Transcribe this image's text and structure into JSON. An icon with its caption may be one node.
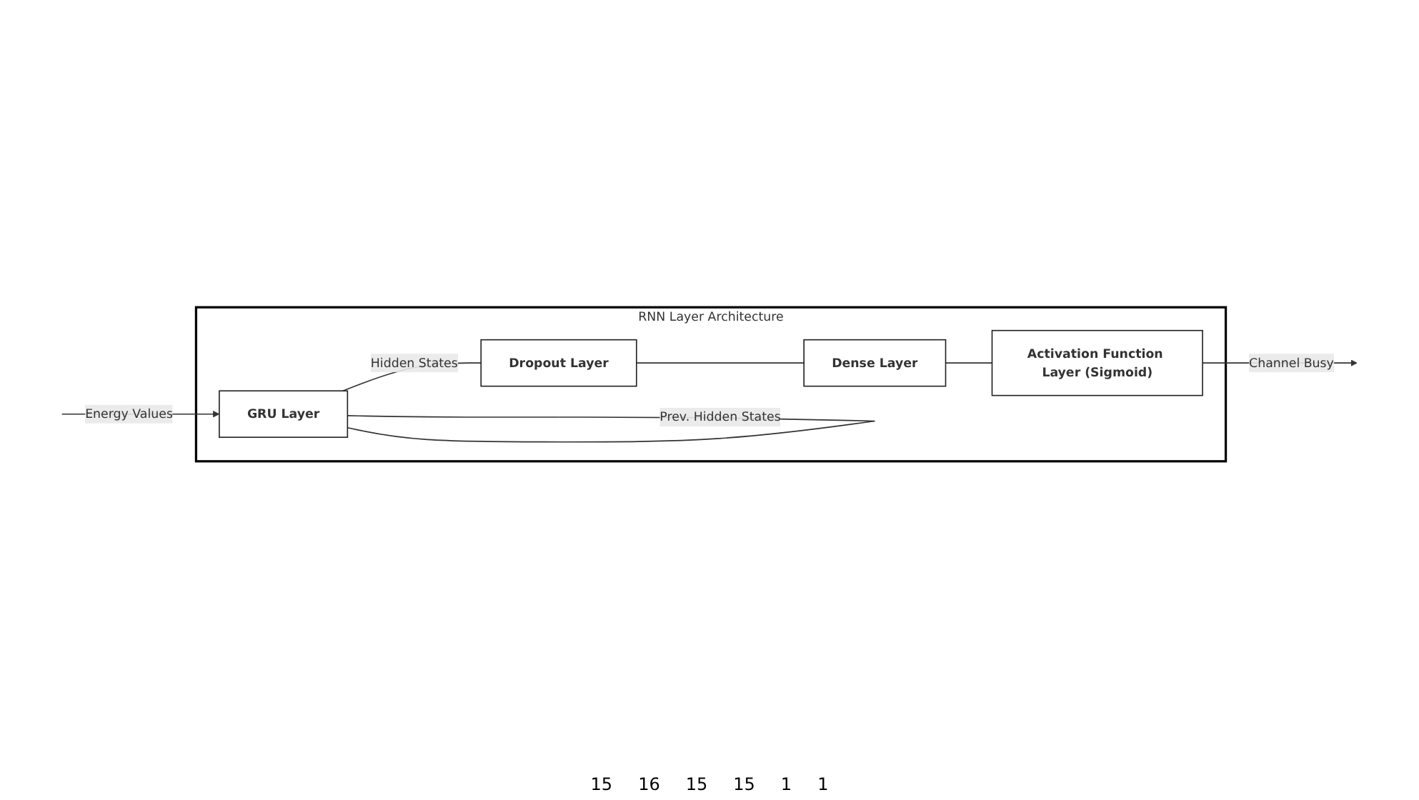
{
  "diagram": {
    "nodes": [
      {
        "text": [
          "RNN Layer Architecture"
        ]
      },
      {
        "text": [
          "GRU Layer"
        ],
        "in": 0
      },
      {
        "text": [
          "Dropout Layer"
        ],
        "in": 0
      },
      {
        "text": [
          "Dense Layer"
        ],
        "in": 0
      },
      {
        "text": [
          "Activation Function Layer (Sigmoid)"
        ],
        "in": 0
      }
    ],
    "edges": [
      {
        "from": null,
        "to": 1,
        "arrow": "to",
        "label": "Energy Values"
      },
      {
        "from": 1,
        "to": 1,
        "arrow": "none",
        "label": "Prev. Hidden States"
      },
      {
        "from": 1,
        "to": 2,
        "arrow": "none",
        "label": "Hidden States"
      },
      {
        "from": 2,
        "to": 3,
        "arrow": "none"
      },
      {
        "from": 3,
        "to": 4,
        "arrow": "none"
      },
      {
        "from": 4,
        "to": null,
        "arrow": "to",
        "label": "Channel Busy"
      }
    ],
    "labels": [
      "15",
      "16",
      "15",
      "15",
      "1",
      "1"
    ]
  }
}
